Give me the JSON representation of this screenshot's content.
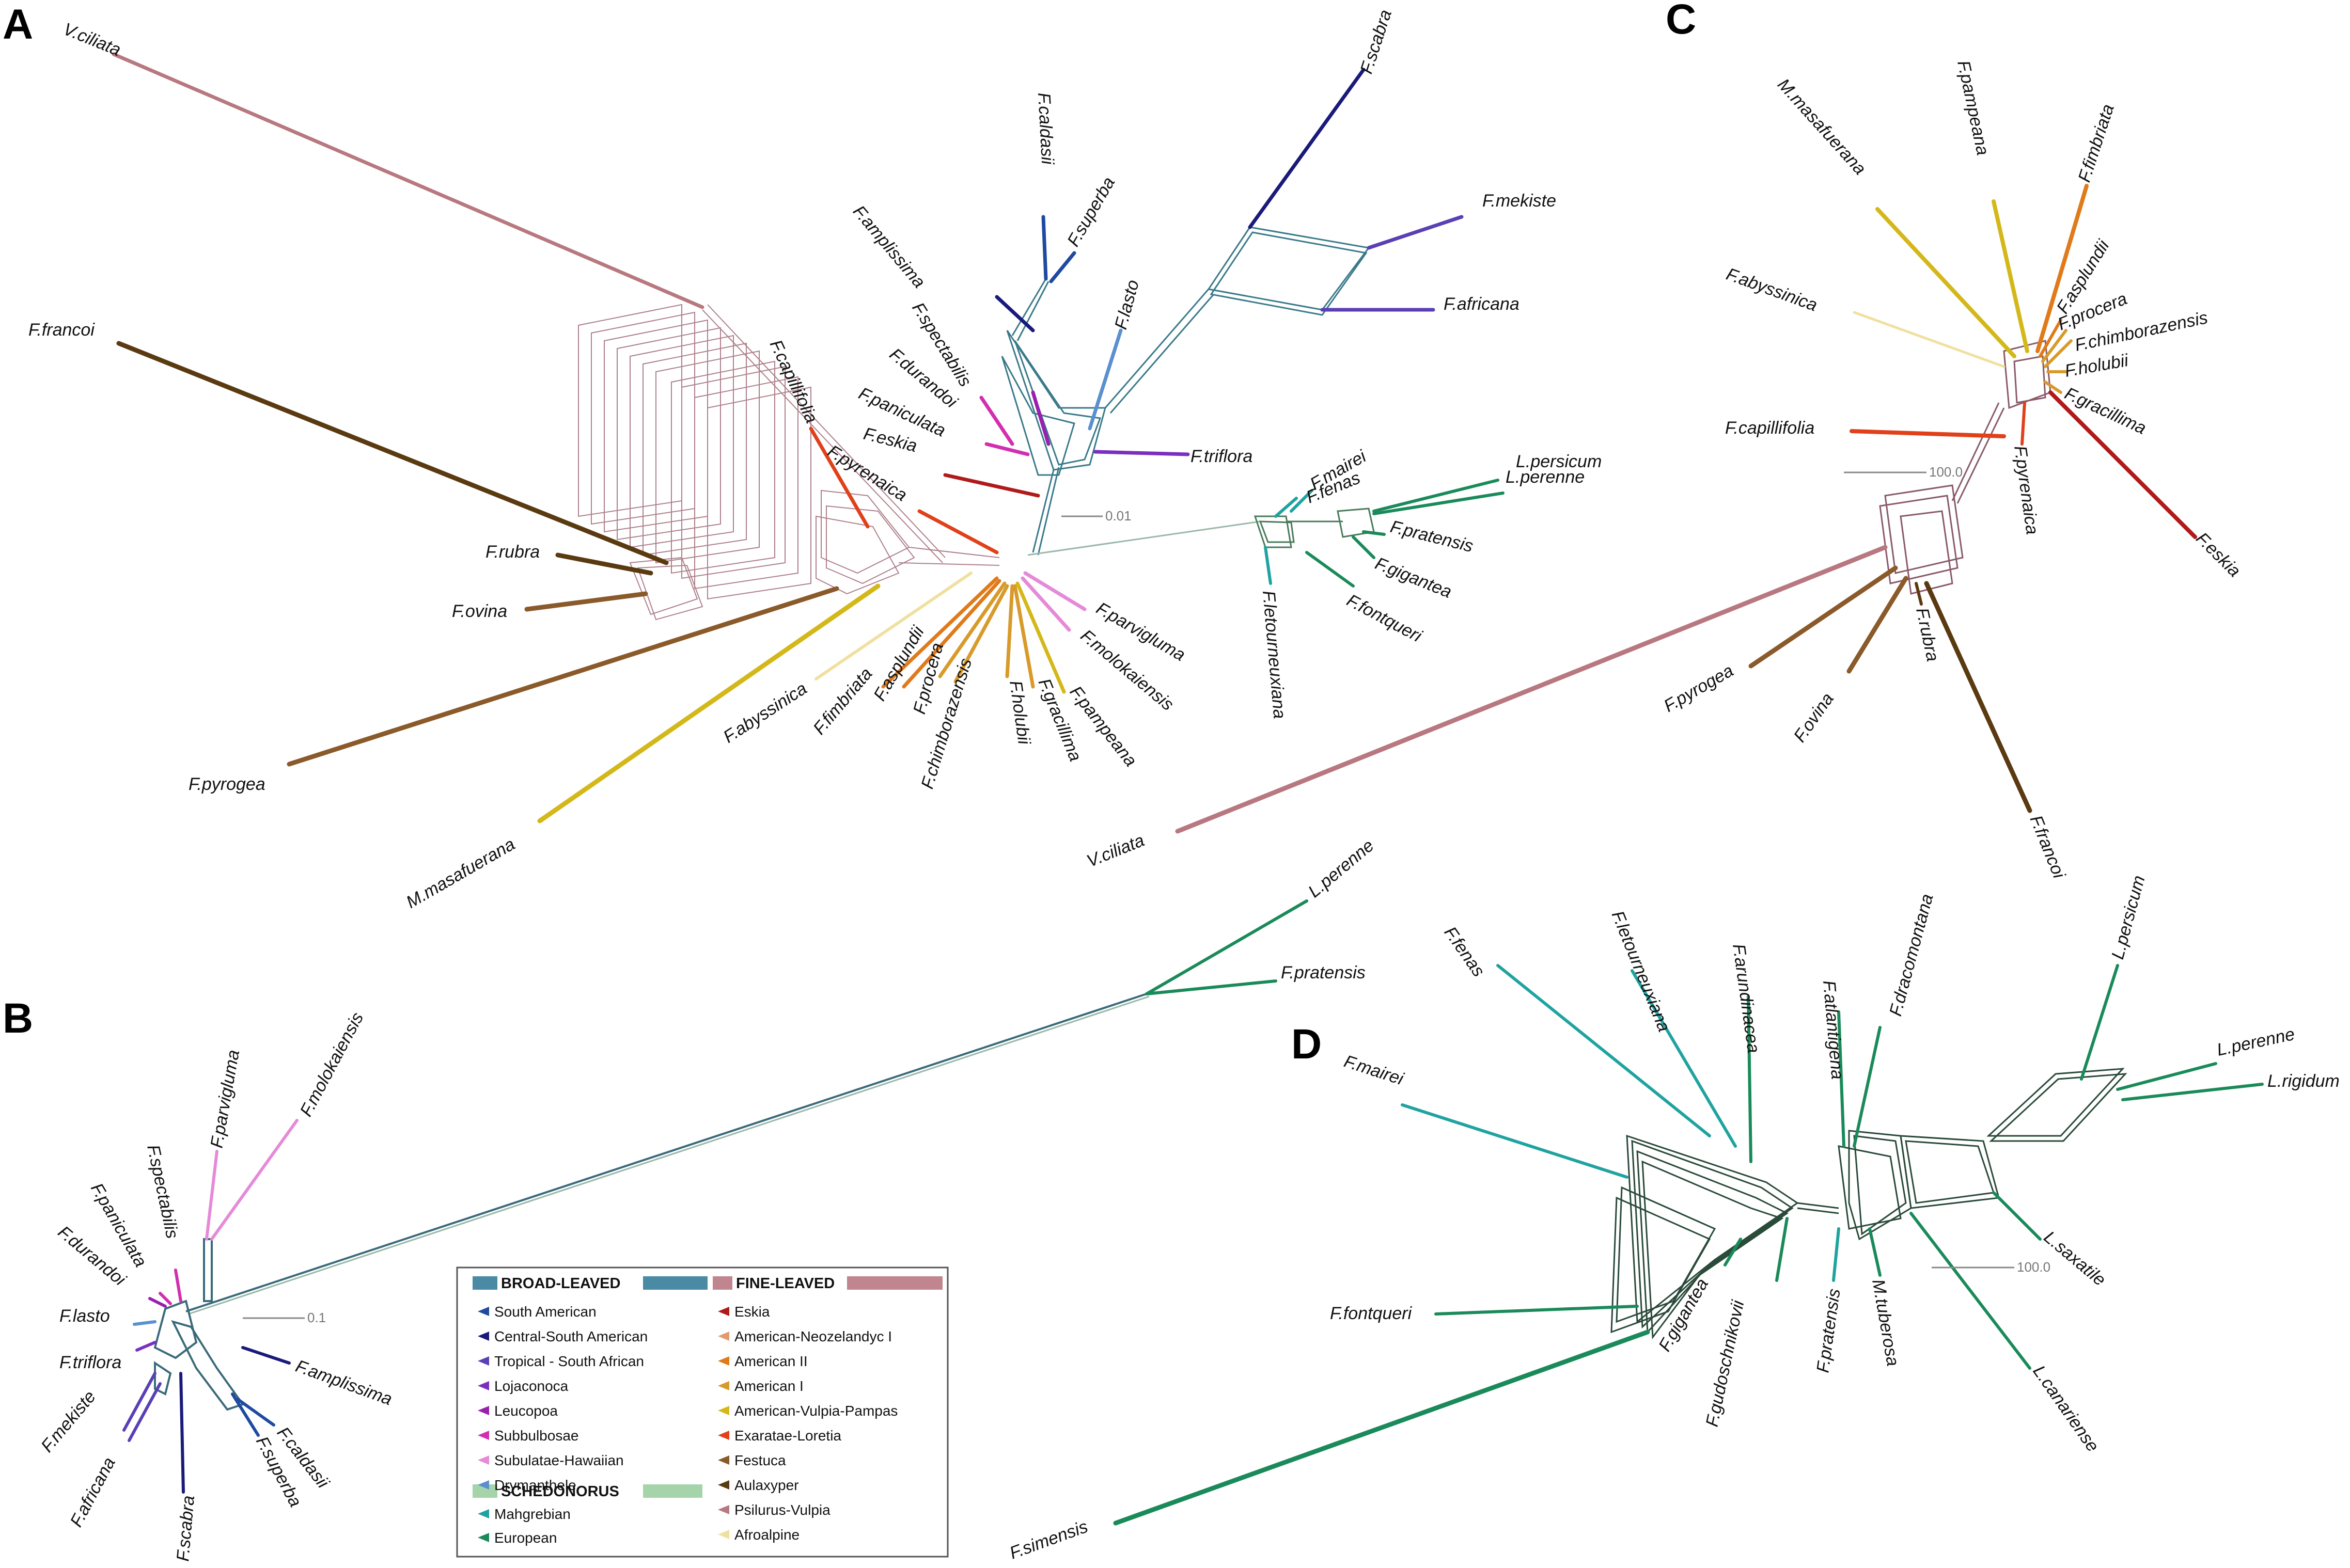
{
  "panels": {
    "A": {
      "letter": "A",
      "scale_label": "0.01",
      "taxa": [
        "V.ciliata",
        "F.francoi",
        "F.rubra",
        "F.ovina",
        "F.pyrogea",
        "M.masafuerana",
        "F.abyssinica",
        "F.fimbriata",
        "F.asplundii",
        "F.procera",
        "F.chimborazensis",
        "F.holubii",
        "F.gracillima",
        "F.pampeana",
        "F.molokaiensis",
        "F.parvigluma",
        "F.capillifolia",
        "F.pyrenaica",
        "F.eskia",
        "F.paniculata",
        "F.durandoi",
        "F.spectabilis",
        "F.amplissima",
        "F.caldasii",
        "F.superba",
        "F.lasto",
        "F.triflora",
        "F.scabra",
        "F.mekiste",
        "F.africana",
        "F.mairei",
        "F.fenas",
        "F.letourneuxiana",
        "L.persicum",
        "L.perenne",
        "F.pratensis",
        "F.gigantea",
        "F.fontqueri"
      ]
    },
    "B": {
      "letter": "B",
      "scale_label": "0.1",
      "taxa": [
        "L.perenne",
        "F.pratensis",
        "F.molokaiensis",
        "F.parvigluma",
        "F.spectabilis",
        "F.paniculata",
        "F.durandoi",
        "F.lasto",
        "F.triflora",
        "F.mekiste",
        "F.africana",
        "F.scabra",
        "F.superba",
        "F.caldasii",
        "F.amplissima"
      ]
    },
    "C": {
      "letter": "C",
      "scale_label": "100.0",
      "taxa": [
        "M.masafuerana",
        "F.pampeana",
        "F.fimbriata",
        "F.asplundii",
        "F.procera",
        "F.chimborazensis",
        "F.holubii",
        "F.gracillima",
        "F.abyssinica",
        "F.capillifolia",
        "F.pyrenaica",
        "F.eskia",
        "F.pyrogea",
        "F.ovina",
        "F.rubra",
        "F.francoi",
        "V.ciliata"
      ]
    },
    "D": {
      "letter": "D",
      "scale_label": "100.0",
      "taxa": [
        "F.fenas",
        "F.letourneuxiana",
        "F.arundinacea",
        "F.atlantigena",
        "F.dracomontana",
        "L.persicum",
        "L.perenne",
        "L.rigidum",
        "F.mairei",
        "F.fontqueri",
        "F.gigantea",
        "F.gudoschnikovii",
        "F.pratensis",
        "M.tuberosa",
        "L.saxatile",
        "L.canariense",
        "F.simensis"
      ]
    }
  },
  "legend": {
    "broad_header": "BROAD-LEAVED",
    "broad_color": "#4a8aa5",
    "broad_items": [
      {
        "label": "South American",
        "color": "#1f4aa0"
      },
      {
        "label": "Central-South American",
        "color": "#1a1a7a"
      },
      {
        "label": "Tropical - South African",
        "color": "#5a3fb5"
      },
      {
        "label": "Lojaconoca",
        "color": "#7a2fc0"
      },
      {
        "label": "Leucopoa",
        "color": "#9a1fae"
      },
      {
        "label": "Subbulbosae",
        "color": "#d22fb0"
      },
      {
        "label": "Subulatae-Hawaiian",
        "color": "#e58ad8"
      },
      {
        "label": "Drymanthele",
        "color": "#5a8fd0"
      }
    ],
    "schedonorus_header": "SCHEDONORUS",
    "schedonorus_color": "#a5d4aa",
    "schedonorus_items": [
      {
        "label": "Mahgrebian",
        "color": "#1fa3a0"
      },
      {
        "label": "European",
        "color": "#1a8a5a"
      }
    ],
    "fine_header": "FINE-LEAVED",
    "fine_color": "#c0858f",
    "fine_items": [
      {
        "label": "Eskia",
        "color": "#b01a1a"
      },
      {
        "label": "American-Neozelandyc I",
        "color": "#e39a70"
      },
      {
        "label": "American II",
        "color": "#e07a1a"
      },
      {
        "label": "American I",
        "color": "#d89a2a"
      },
      {
        "label": "American-Vulpia-Pampas",
        "color": "#d4b81a"
      },
      {
        "label": "Exaratae-Loretia",
        "color": "#e0401a"
      },
      {
        "label": "Festuca",
        "color": "#8a5a2a"
      },
      {
        "label": "Aulaxyper",
        "color": "#5a3a10"
      },
      {
        "label": "Psilurus-Vulpia",
        "color": "#b87880"
      },
      {
        "label": "Afroalpine",
        "color": "#f0e0a0"
      }
    ]
  }
}
